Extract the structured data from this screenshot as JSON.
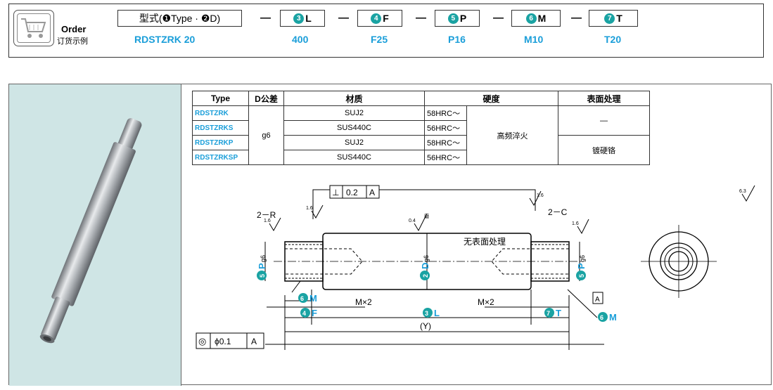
{
  "order": {
    "title": "Order",
    "subtitle": "订货示例"
  },
  "segments": [
    {
      "num": "",
      "label": "型式(❶Type · ❷D)",
      "value": "RDSTZRK 20"
    },
    {
      "num": "3",
      "label": "L",
      "value": "400"
    },
    {
      "num": "4",
      "label": "F",
      "value": "F25"
    },
    {
      "num": "5",
      "label": "P",
      "value": "P16"
    },
    {
      "num": "6",
      "label": "M",
      "value": "M10"
    },
    {
      "num": "7",
      "label": "T",
      "value": "T20"
    }
  ],
  "dash": "—",
  "table": {
    "headers": [
      "Type",
      "D公差",
      "材质",
      "硬度",
      "表面处理"
    ],
    "rows": [
      {
        "type": "RDSTZRK",
        "material": "SUJ2",
        "hardness": "58HRC～"
      },
      {
        "type": "RDSTZRKS",
        "material": "SUS440C",
        "hardness": "56HRC～"
      },
      {
        "type": "RDSTZRKP",
        "material": "SUJ2",
        "hardness": "58HRC～"
      },
      {
        "type": "RDSTZRKSP",
        "material": "SUS440C",
        "hardness": "56HRC～"
      }
    ],
    "tolerance": "g6",
    "treatment": "高频淬火",
    "surface_none": "—",
    "surface_plated": "镀硬铬"
  },
  "drawing": {
    "perp_sym": "⊥",
    "perp_val": "0.2",
    "datum": "A",
    "r_label": "2－R",
    "c_label": "2－C",
    "rough16": "1.6",
    "rough04": "0.4",
    "rough_note": "磨",
    "rough63": "6.3",
    "no_treat": "无表面处理",
    "p_label": "P",
    "p_tol": "g6",
    "d_label": "D",
    "d_tol": "g6",
    "m_label": "M",
    "mx2": "M×2",
    "f_label": "F",
    "l_label": "L",
    "t_label": "T",
    "y_label": "(Y)",
    "conc_sym": "◎",
    "conc_val": "ϕ0.1",
    "n2": "2",
    "n3": "3",
    "n4": "4",
    "n5": "5",
    "n6": "6",
    "n7": "7"
  }
}
